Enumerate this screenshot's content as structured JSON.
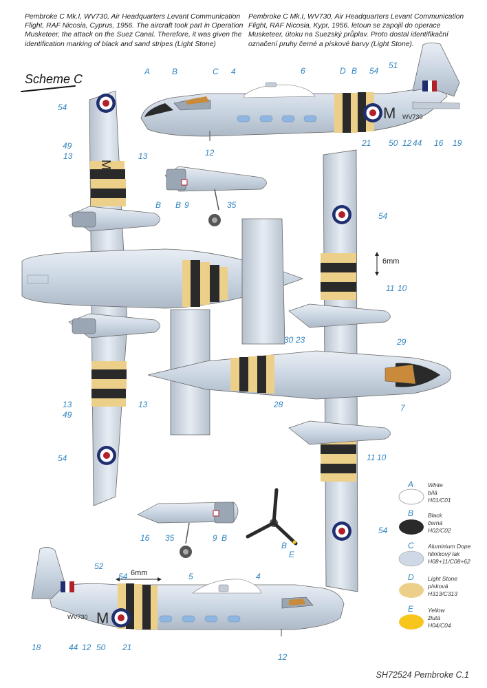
{
  "caption_en": "Pembroke C Mk.I, WV730, Air Headquarters Levant Communication Flight, RAF Nicosia, Cyprus, 1956. The aircraft took part in Operation Musketeer, the attack on the Suez Canal. Therefore, it was given the identification marking of black and sand stripes (Light Stone)",
  "caption_cz": "Pembroke C Mk.I, WV730, Air Headquarters Levant Communication Flight, RAF Nicosia, Kypr, 1956. letoun se zapojil do operace Musketeer, útoku na Suezský průplav. Proto dostal identifikační označení pruhy černé a pískové barvy (Light Stone).",
  "scheme_title": "Scheme C",
  "serial": "WV730",
  "code_letter": "M",
  "dimension_label": "6mm",
  "callouts": {
    "a": "A",
    "b": "B",
    "c": "C",
    "d": "D",
    "e": "E",
    "n4": "4",
    "n5": "5",
    "n6": "6",
    "n7": "7",
    "n9": "9",
    "n10": "10",
    "n11": "11",
    "n12": "12",
    "n13": "13",
    "n16": "16",
    "n18": "18",
    "n19": "19",
    "n21": "21",
    "n23": "23",
    "n28": "28",
    "n29": "29",
    "n30": "30",
    "n35": "35",
    "n44": "44",
    "n49": "49",
    "n50": "50",
    "n51": "51",
    "n52": "52",
    "n54": "54"
  },
  "legend": [
    {
      "code": "A",
      "name_en": "White",
      "name_cz": "bílá",
      "ref": "H01/C01",
      "color": "#ffffff"
    },
    {
      "code": "B",
      "name_en": "Black",
      "name_cz": "černá",
      "ref": "H02/C02",
      "color": "#2a2a2a"
    },
    {
      "code": "C",
      "name_en": "Aluminium Dope",
      "name_cz": "hliníkový lak",
      "ref": "H08+11/C08+62",
      "color": "#cfd9e6"
    },
    {
      "code": "D",
      "name_en": "Light Stone",
      "name_cz": "písková",
      "ref": "H313/C313",
      "color": "#ecd08a"
    },
    {
      "code": "E",
      "name_en": "Yellow",
      "name_cz": "žlutá",
      "ref": "H04/C04",
      "color": "#f7c51c"
    }
  ],
  "colors": {
    "callout": "#2f84c0",
    "roundel_blue": "#1f2f6f",
    "roundel_red": "#b3202a",
    "stripe_black": "#2a2a2a",
    "stripe_sand": "#ecd08a",
    "aluminium": "#cfd9e6"
  },
  "footer": "SH72524 Pembroke C.1"
}
